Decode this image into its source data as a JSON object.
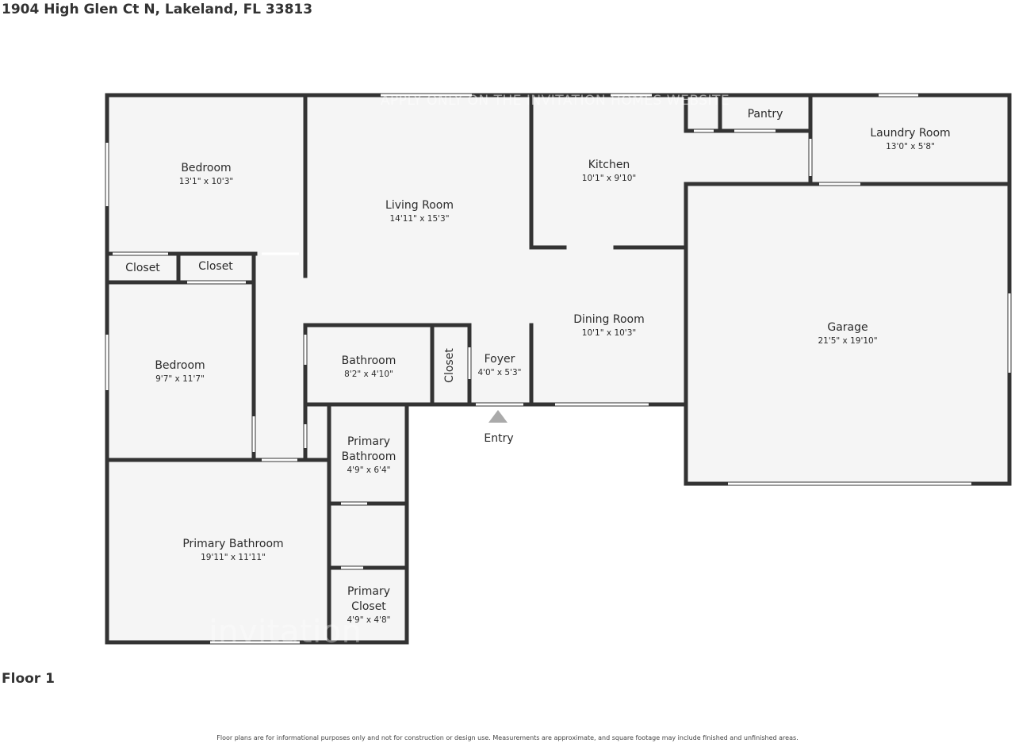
{
  "address": "1904 High Glen Ct N, Lakeland, FL 33813",
  "floor_label": "Floor 1",
  "disclaimer": "Floor plans are for informational purposes only and not for construction or design use. Measurements are approximate, and square footage may include finished and unfinished areas.",
  "watermark_top": "APPLY ONLY ON THE INVITATION HOMES WEBSITE",
  "watermark_bottom": "invitation",
  "entry_label": "Entry",
  "rooms": {
    "bedroom1": {
      "name": "Bedroom",
      "dims": "13'1\" x 10'3\""
    },
    "living": {
      "name": "Living Room",
      "dims": "14'11\" x 15'3\""
    },
    "kitchen": {
      "name": "Kitchen",
      "dims": "10'1\" x 9'10\""
    },
    "pantry": {
      "name": "Pantry"
    },
    "laundry": {
      "name": "Laundry Room",
      "dims": "13'0\" x 5'8\""
    },
    "closet1": {
      "name": "Closet"
    },
    "closet2": {
      "name": "Closet"
    },
    "bedroom2": {
      "name": "Bedroom",
      "dims": "9'7\" x 11'7\""
    },
    "bathroom": {
      "name": "Bathroom",
      "dims": "8'2\" x 4'10\""
    },
    "closet3": {
      "name": "Closet"
    },
    "foyer": {
      "name": "Foyer",
      "dims": "4'0\" x 5'3\""
    },
    "dining": {
      "name": "Dining Room",
      "dims": "10'1\" x 10'3\""
    },
    "garage": {
      "name": "Garage",
      "dims": "21'5\" x 19'10\""
    },
    "primary_bath_small": {
      "name_line1": "Primary",
      "name_line2": "Bathroom",
      "dims": "4'9\" x 6'4\""
    },
    "primary_bath_large": {
      "name": "Primary Bathroom",
      "dims": "19'11\" x 11'11\""
    },
    "primary_closet": {
      "name_line1": "Primary",
      "name_line2": "Closet",
      "dims": "4'9\" x 4'8\""
    }
  },
  "colors": {
    "wall": "#333333",
    "floor": "#f5f5f5",
    "opening": "#ffffff"
  }
}
